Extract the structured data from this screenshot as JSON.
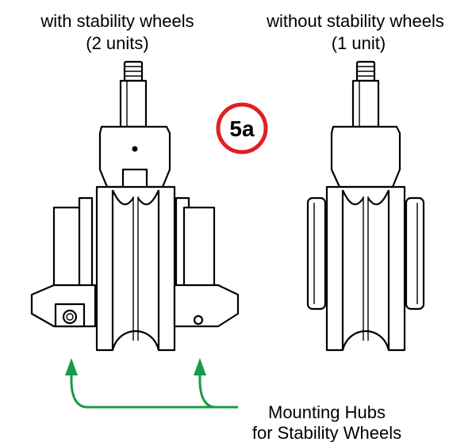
{
  "labels": {
    "left_title_line1": "with stability wheels",
    "left_title_line2": "(2 units)",
    "right_title_line1": "without stability wheels",
    "right_title_line2": "(1 unit)",
    "step_badge": "5a",
    "callout_line1": "Mounting Hubs",
    "callout_line2": "for Stability Wheels"
  },
  "colors": {
    "badge_ring": "#e02020",
    "arrow": "#1a9a4a",
    "line": "#000000"
  }
}
